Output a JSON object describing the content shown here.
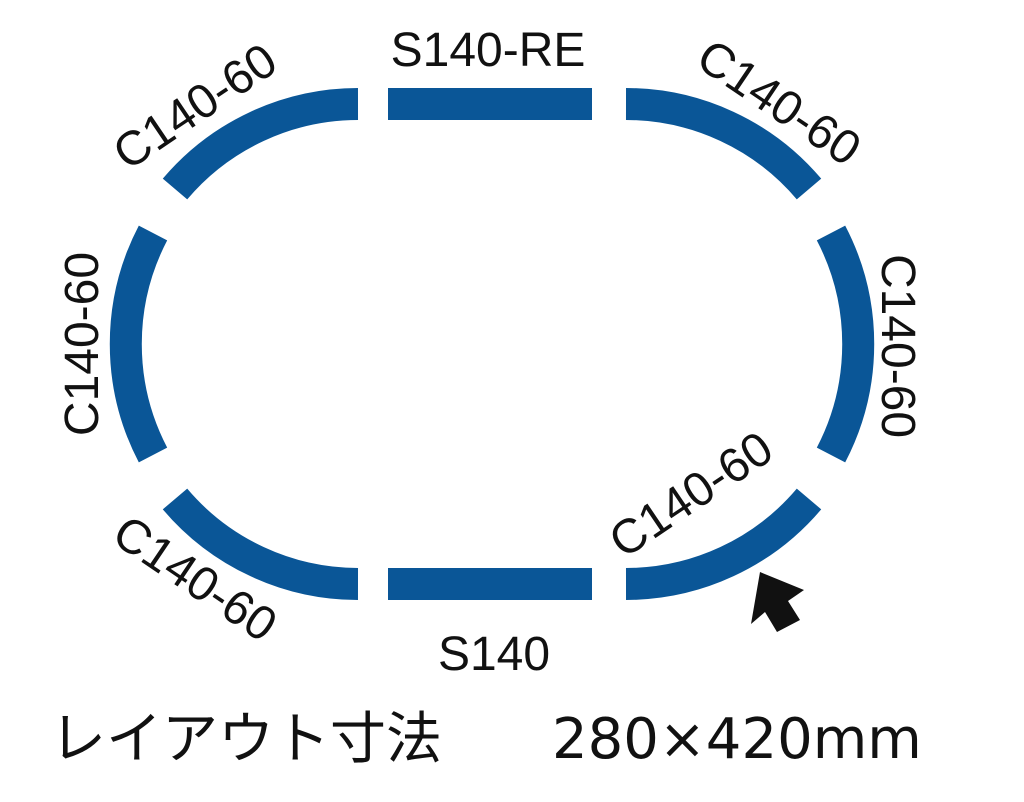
{
  "colors": {
    "track": "#0a5697",
    "text": "#111111",
    "arrow": "#111111",
    "background": "#ffffff"
  },
  "diagram": {
    "pieces": [
      {
        "id": "straight-top",
        "label": "S140-RE"
      },
      {
        "id": "straight-bottom",
        "label": "S140"
      },
      {
        "id": "curve-top-left",
        "label": "C140-60"
      },
      {
        "id": "curve-mid-left",
        "label": "C140-60"
      },
      {
        "id": "curve-bottom-left",
        "label": "C140-60"
      },
      {
        "id": "curve-top-right",
        "label": "C140-60"
      },
      {
        "id": "curve-mid-right",
        "label": "C140-60"
      },
      {
        "id": "curve-bottom-right",
        "label": "C140-60"
      }
    ],
    "direction_icon": "arrow-up-right-icon",
    "caption_label": "レイアウト寸法",
    "caption_value": "280×420mm"
  }
}
